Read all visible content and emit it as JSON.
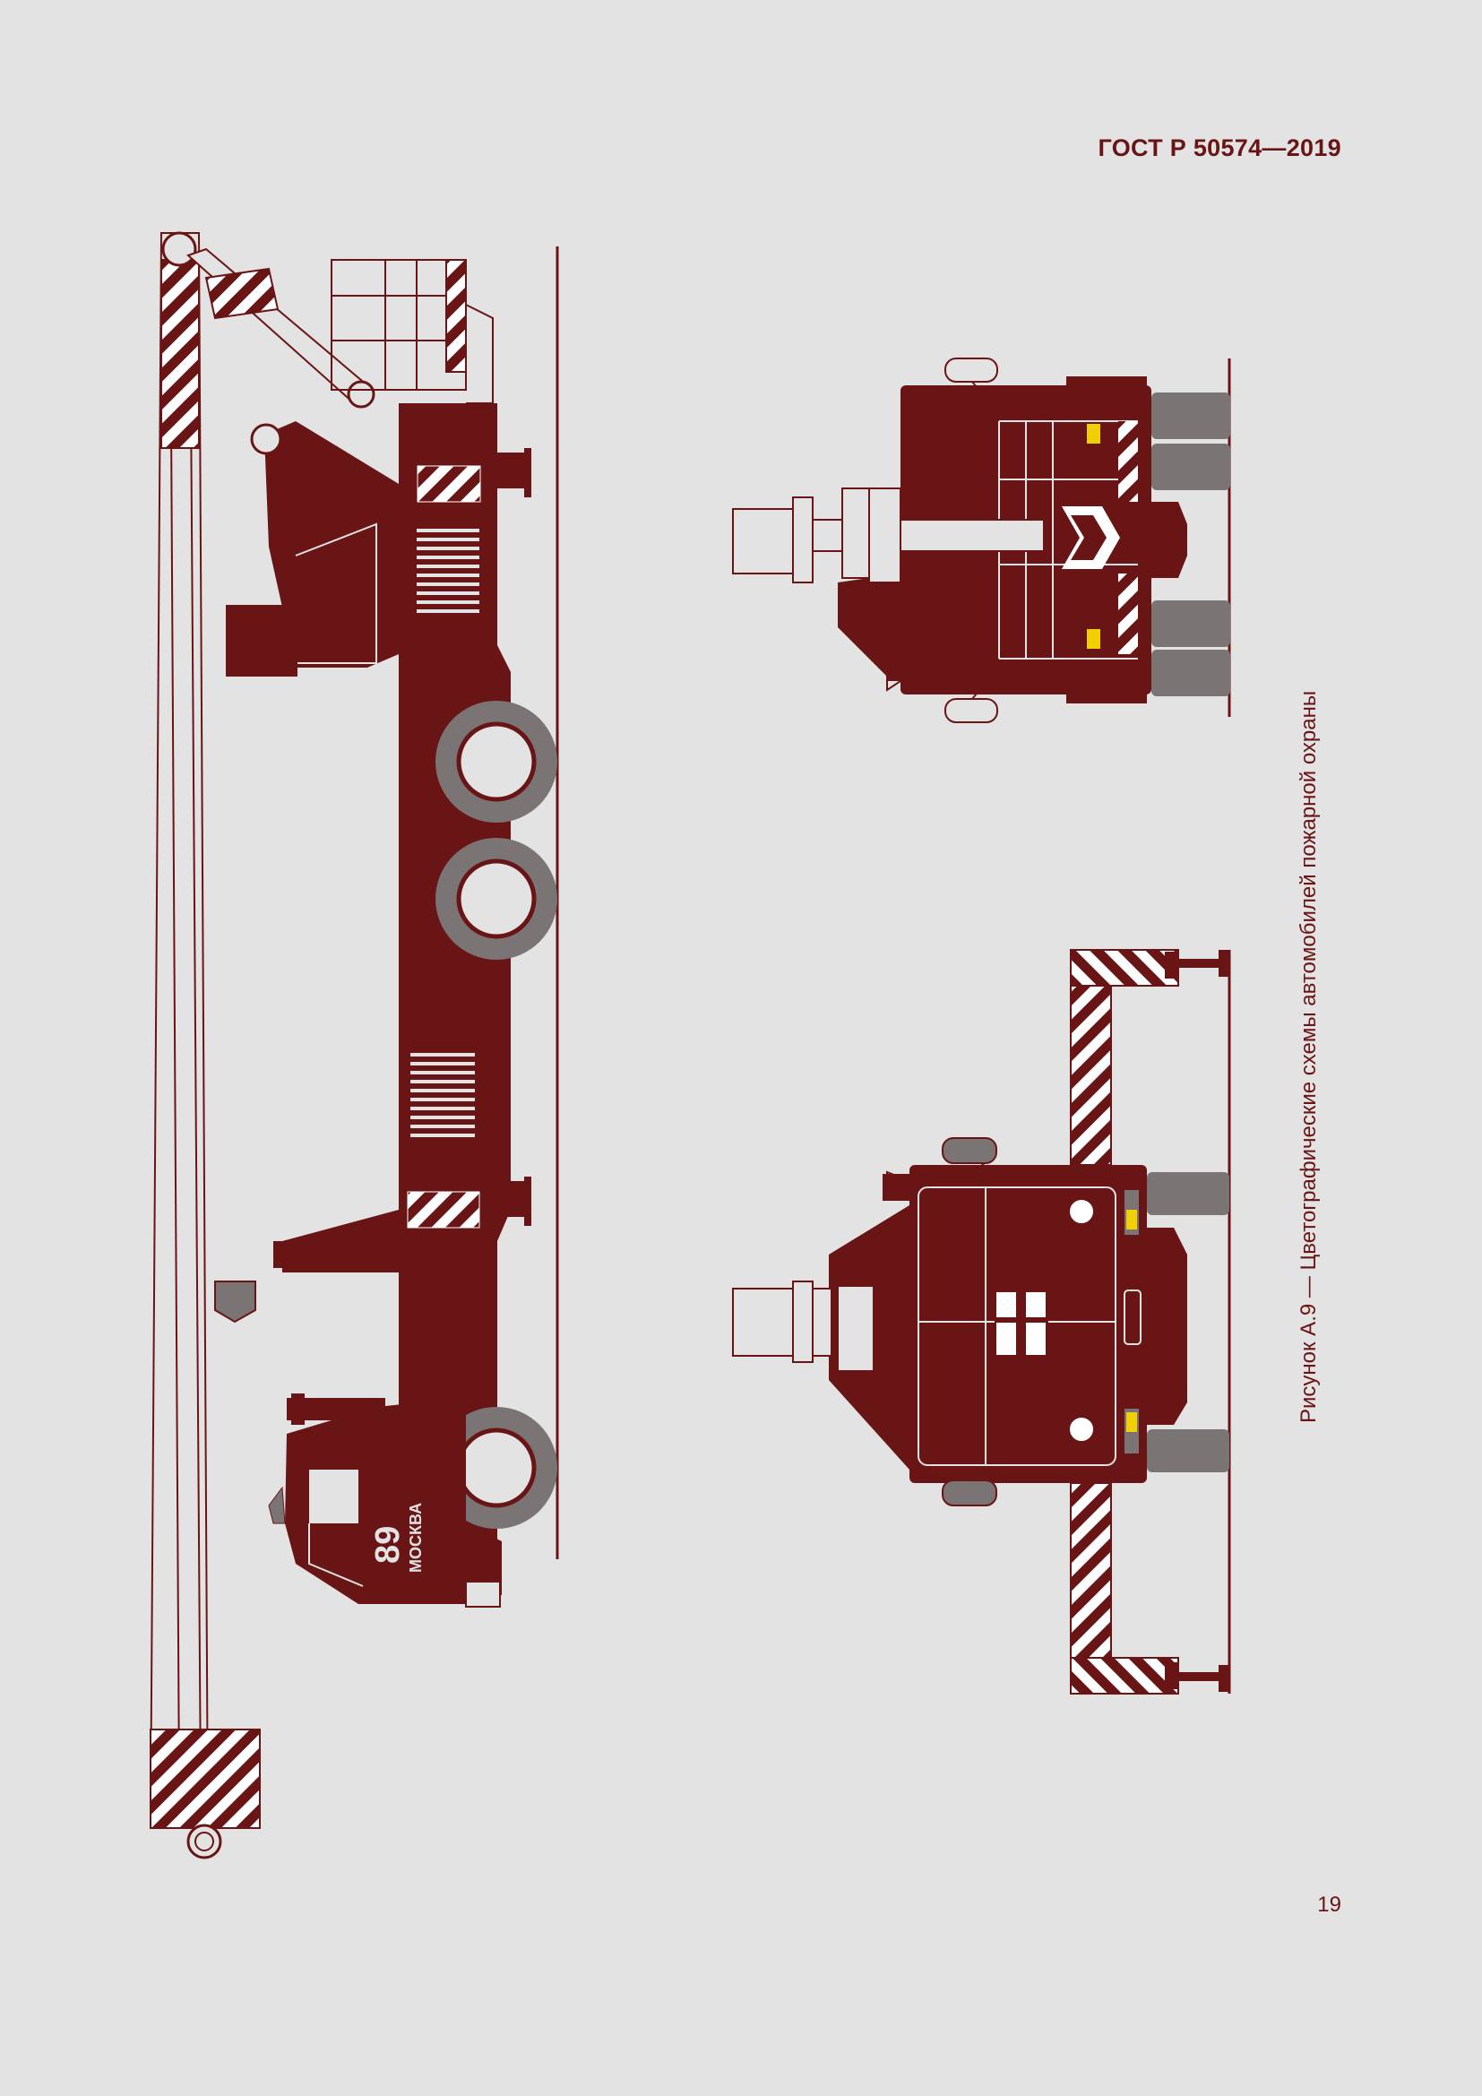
{
  "header": {
    "doc_code": "ГОСТ Р 50574—2019"
  },
  "figure": {
    "caption": "Рисунок А.9 — Цветографические схемы автомобилей пожарной охраны"
  },
  "vehicle": {
    "number": "89",
    "city": "МОСКВА"
  },
  "footer": {
    "page_number": "19"
  },
  "colors": {
    "body": "#6a1515",
    "background": "#e3e3e3",
    "tire": "#7a7474",
    "amber": "#f0d000",
    "stripe_light": "#ffffff"
  }
}
